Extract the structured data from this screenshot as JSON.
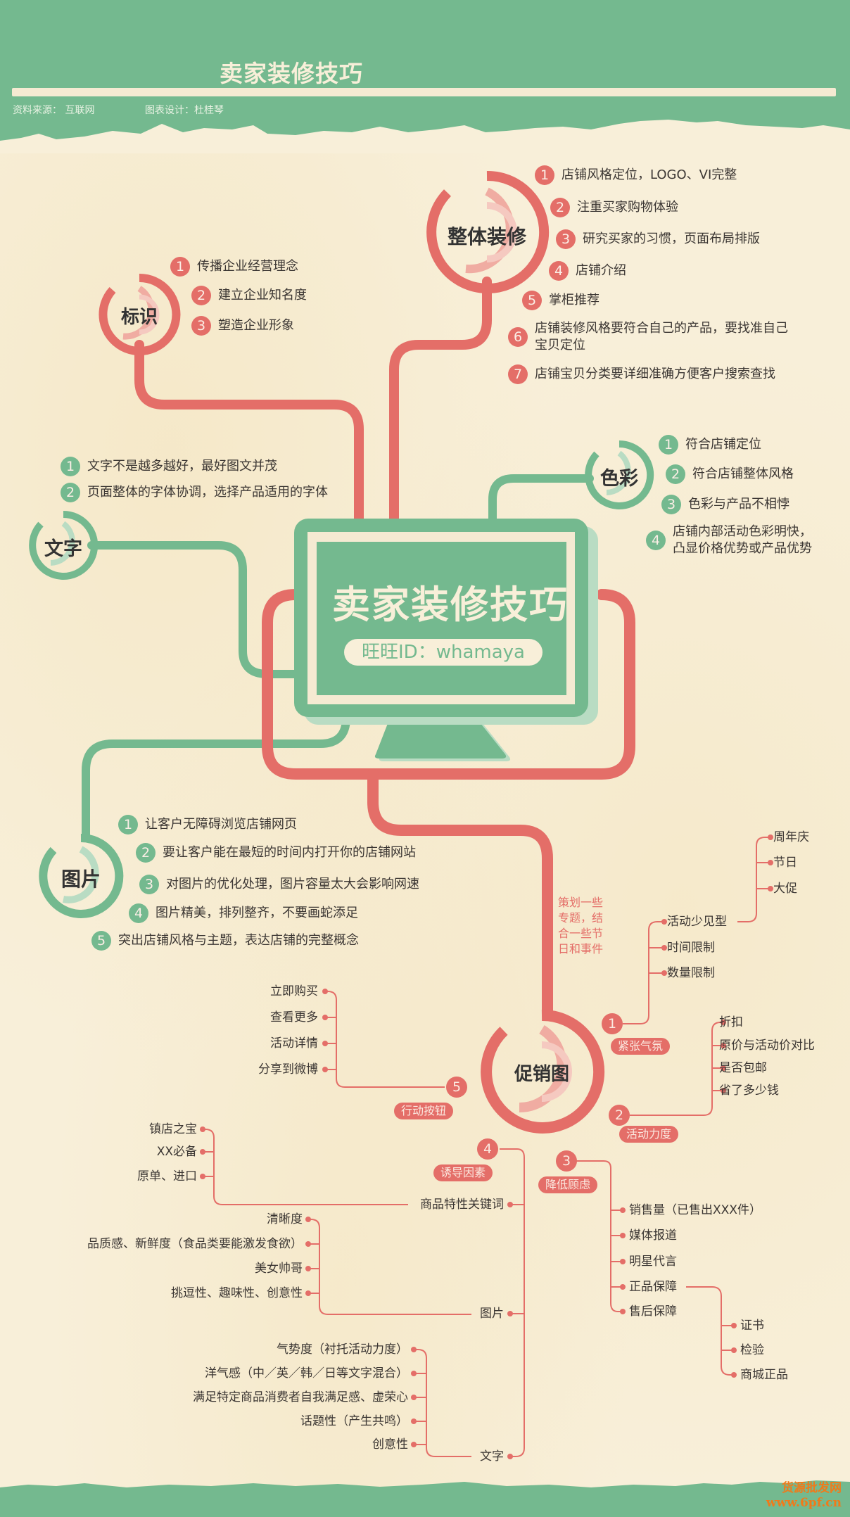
{
  "colors": {
    "green": "#74b98f",
    "green_light": "#b9dcc3",
    "red": "#e46e68",
    "red_light": "#f0aca2",
    "paper": "#f8efd9",
    "text": "#3b3633",
    "watermark": "#f07a1a"
  },
  "header": {
    "title": "卖家装修技巧",
    "source": "资料来源：  互联网",
    "design": "图表设计：杜桂琴"
  },
  "center": {
    "title": "卖家装修技巧",
    "id_label": "旺旺ID：whamaya"
  },
  "branches": {
    "zhengti": {
      "label": "整体装修",
      "items": [
        {
          "n": "1",
          "text": "店铺风格定位，LOGO、VI完整"
        },
        {
          "n": "2",
          "text": "注重买家购物体验"
        },
        {
          "n": "3",
          "text": "研究买家的习惯，页面布局排版"
        },
        {
          "n": "4",
          "text": "店铺介绍"
        },
        {
          "n": "5",
          "text": "掌柜推荐"
        },
        {
          "n": "6",
          "text": "店铺装修风格要符合自己的产品，要找准自己",
          "text2": "宝贝定位"
        },
        {
          "n": "7",
          "text": "店铺宝贝分类要详细准确方便客户搜索查找"
        }
      ]
    },
    "biaoshi": {
      "label": "标识",
      "items": [
        {
          "n": "1",
          "text": "传播企业经营理念"
        },
        {
          "n": "2",
          "text": "建立企业知名度"
        },
        {
          "n": "3",
          "text": "塑造企业形象"
        }
      ]
    },
    "wenzi": {
      "label": "文字",
      "items": [
        {
          "n": "1",
          "text": "文字不是越多越好，最好图文并茂"
        },
        {
          "n": "2",
          "text": "页面整体的字体协调，选择产品适用的字体"
        }
      ]
    },
    "secai": {
      "label": "色彩",
      "items": [
        {
          "n": "1",
          "text": "符合店铺定位"
        },
        {
          "n": "2",
          "text": "符合店铺整体风格"
        },
        {
          "n": "3",
          "text": "色彩与产品不相悖"
        },
        {
          "n": "4",
          "text": "店铺内部活动色彩明快，",
          "text2": "凸显价格优势或产品优势"
        }
      ]
    },
    "tupian": {
      "label": "图片",
      "items": [
        {
          "n": "1",
          "text": "让客户无障碍浏览店铺网页"
        },
        {
          "n": "2",
          "text": "要让客户能在最短的时间内打开你的店铺网站"
        },
        {
          "n": "3",
          "text": "对图片的优化处理，图片容量太大会影响网速"
        },
        {
          "n": "4",
          "text": "图片精美，排列整齐，不要画蛇添足"
        },
        {
          "n": "5",
          "text": "突出店铺风格与主题，表达店铺的完整概念"
        }
      ]
    },
    "cuxiao": {
      "label": "促销图",
      "note": [
        "策划一些",
        "专题，结",
        "合一些节",
        "日和事件"
      ],
      "groups": [
        {
          "n": "1",
          "label": "紧张气氛",
          "items": [
            "活动少见型",
            "时间限制",
            "数量限制"
          ],
          "sub": [
            "周年庆",
            "节日",
            "大促"
          ]
        },
        {
          "n": "2",
          "label": "活动力度",
          "items": [
            "折扣",
            "原价与活动价对比",
            "是否包邮",
            "省了多少钱"
          ]
        },
        {
          "n": "3",
          "label": "降低顾虑",
          "items": [
            "销售量（已售出XXX件）",
            "媒体报道",
            "明星代言",
            "正品保障",
            "售后保障"
          ],
          "sub": [
            "证书",
            "检验",
            "商城正品"
          ]
        },
        {
          "n": "4",
          "label": "诱导因素",
          "keywords": {
            "label": "商品特性关键词",
            "items": [
              "镇店之宝",
              "XX必备",
              "原单、进口"
            ]
          },
          "picture": {
            "label": "图片",
            "items": [
              "清晰度",
              "品质感、新鲜度（食品类要能激发食欲）",
              "美女帅哥",
              "挑逗性、趣味性、创意性"
            ]
          },
          "text": {
            "label": "文字",
            "items": [
              "气势度（衬托活动力度）",
              "洋气感（中／英／韩／日等文字混合）",
              "满足特定商品消费者自我满足感、虚荣心",
              "话题性（产生共鸣）",
              "创意性"
            ]
          }
        },
        {
          "n": "5",
          "label": "行动按钮",
          "items": [
            "立即购买",
            "查看更多",
            "活动详情",
            "分享到微博"
          ]
        }
      ]
    }
  },
  "watermark": {
    "line1": "货源批发网",
    "line2": "www.6pf.cn"
  }
}
